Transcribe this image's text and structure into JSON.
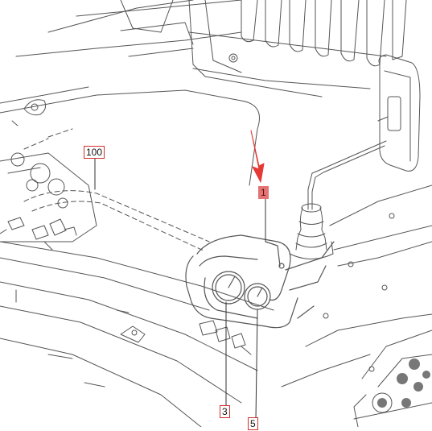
{
  "diagram": {
    "callouts": [
      {
        "id": "c100",
        "label": "100",
        "highlighted": false
      },
      {
        "id": "c1",
        "label": "1",
        "highlighted": true
      },
      {
        "id": "c3",
        "label": "3",
        "highlighted": false
      },
      {
        "id": "c5",
        "label": "5",
        "highlighted": false
      }
    ],
    "colors": {
      "line": "#555555",
      "callout_border": "#d32f2f",
      "highlight_fill": "#e57373",
      "arrow": "#e53935"
    }
  }
}
